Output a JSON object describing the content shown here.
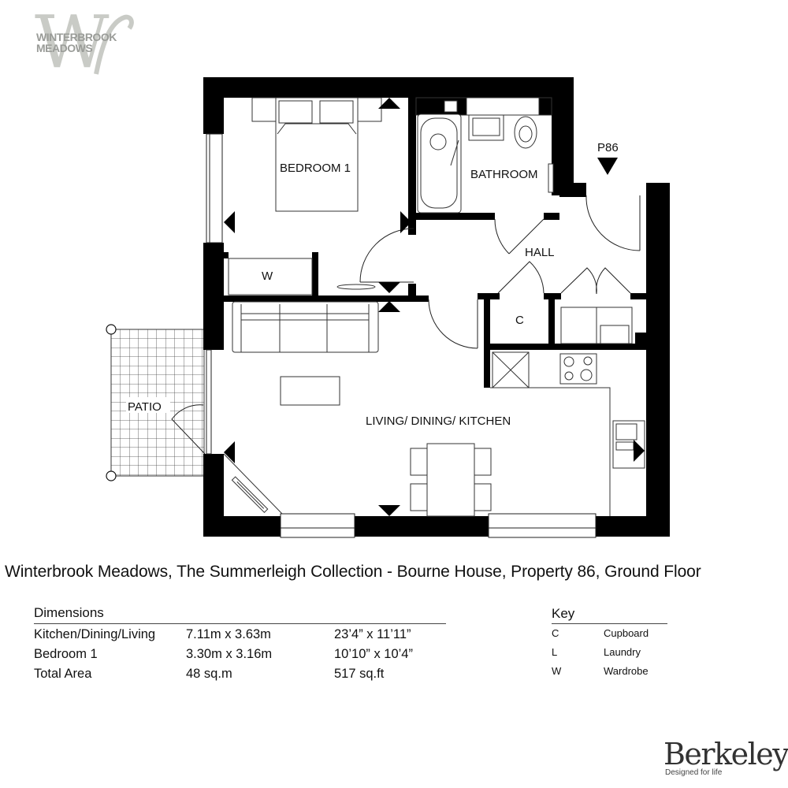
{
  "logo": {
    "letter": "W",
    "line1": "WINTERBROOK",
    "line2": "MEADOWS"
  },
  "plan": {
    "rooms": [
      {
        "id": "bedroom-1",
        "label": "BEDROOM 1"
      },
      {
        "id": "bathroom",
        "label": "BATHROOM"
      },
      {
        "id": "hall",
        "label": "HALL"
      },
      {
        "id": "wardrobe",
        "label": "W"
      },
      {
        "id": "cupboard",
        "label": "C"
      },
      {
        "id": "patio",
        "label": "PATIO"
      },
      {
        "id": "living-dining-kitchen",
        "label": "LIVING/ DINING/ KITCHEN"
      }
    ],
    "entrance_marker": "P86",
    "colors": {
      "wall": "#000000",
      "line": "#222222",
      "patio_grid": "#333333",
      "background": "#ffffff"
    }
  },
  "title": "Winterbrook Meadows, The Summerleigh Collection - Bourne House, Property 86, Ground Floor",
  "dimensions": {
    "heading": "Dimensions",
    "rows": [
      {
        "room": "Kitchen/Dining/Living",
        "metric": "7.11m x 3.63m",
        "imperial": "23’4” x 11’11”"
      },
      {
        "room": "Bedroom 1",
        "metric": "3.30m x 3.16m",
        "imperial": "10’10” x 10’4”"
      },
      {
        "room": "Total Area",
        "metric": "48 sq.m",
        "imperial": "517 sq.ft"
      }
    ]
  },
  "key": {
    "heading": "Key",
    "items": [
      {
        "code": "C",
        "meaning": "Cupboard"
      },
      {
        "code": "L",
        "meaning": "Laundry"
      },
      {
        "code": "W",
        "meaning": "Wardrobe"
      }
    ]
  },
  "brand": {
    "name": "Berkeley",
    "tagline": "Designed for life"
  }
}
